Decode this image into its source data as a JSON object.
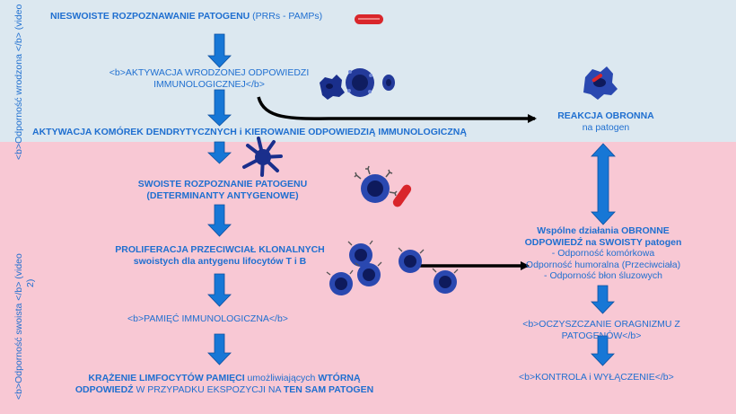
{
  "side_labels": {
    "innate": "<b>Odporność wrodzona </b> (video",
    "adaptive_line1": "<b>Odporność swoista </b>  (video",
    "adaptive_line2": "2)"
  },
  "left_column": {
    "step1_bold": "NIESWOISTE ROZPOZNAWANIE PATOGENU",
    "step1_plain": " (PRRs - PAMPs)",
    "step2_line1": "<b>AKTYWACJA WRODZONEJ ODPOWIEDZI",
    "step2_line2": "IMMUNOLOGICZNEJ</b>",
    "step3": "AKTYWACJA KOMÓREK DENDRYTYCZNYCH i KIEROWANIE ODPOWIEDZIĄ IMMUNOLOGICZNĄ",
    "step4_line1": "SWOISTE ROZPOZNANIE PATOGENU",
    "step4_line2": "(DETERMINANTY ANTYGENOWE)",
    "step5_line1": "PROLIFERACJA PRZECIWCIAŁ KLONALNYCH",
    "step5_line2": "swoistych dla antygenu lifocytów  T i B",
    "step6": "<b>PAMIĘĆ IMMUNOLOGICZNA</b>",
    "step7_l1_a": "KRĄŻENIE LIMFOCYTÓW PAMIĘCI",
    "step7_l1_b": " umożliwiających ",
    "step7_l1_c": "WTÓRNĄ",
    "step7_l2_a": "ODPOWIEDŹ",
    "step7_l2_b": " W PRZYPADKU EKSPOZYCJI NA ",
    "step7_l2_c": "TEN SAM PATOGEN"
  },
  "right_column": {
    "reaction_title": "REAKCJA OBRONNA",
    "reaction_sub": "na patogen",
    "joint_line1": "Wspólne działania OBRONNE",
    "joint_line2": "ODPOWIEDŹ na SWOISTY patogen",
    "joint_item1": "- Odporność komórkowa",
    "joint_item2": "Odporność humoralna (Przeciwciała)",
    "joint_item3": "- Odporność błon śluzowych",
    "clear_line1": "<b>OCZYSZCZANIE ORAGNIZMU Z",
    "clear_line2": "PATOGENÓW</b>",
    "control": "<b>KONTROLA i WYŁĄCZENIE</b>"
  },
  "colors": {
    "top_band": "#dce8f0",
    "bottom_band": "#f8c8d4",
    "text_blue": "#1f6fd0",
    "arrow_blue": "#1777d6",
    "cell_blue": "#1a2f8c",
    "pathogen_red": "#d9262b"
  }
}
